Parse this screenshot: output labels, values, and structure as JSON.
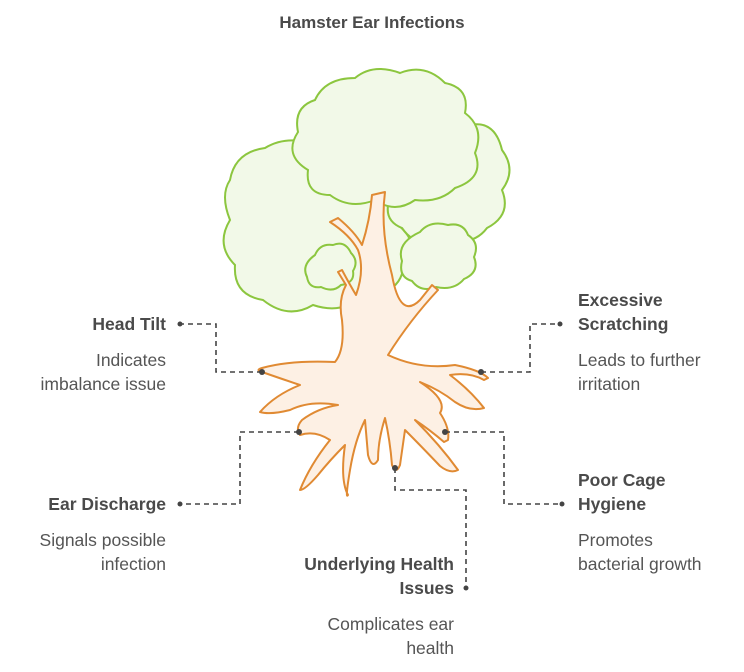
{
  "title": "Hamster Ear Infections",
  "colors": {
    "foliage_fill": "#f2f9e8",
    "foliage_stroke": "#8cc63f",
    "trunk_fill": "#fdf0e4",
    "trunk_stroke": "#e08a33",
    "connector": "#444444",
    "text": "#4a4a4a"
  },
  "items": [
    {
      "id": "head-tilt",
      "title": "Head Tilt",
      "desc": [
        "Indicates",
        "imbalance issue"
      ]
    },
    {
      "id": "excessive-scratching",
      "title": [
        "Excessive",
        "Scratching"
      ],
      "desc": [
        "Leads to further",
        "irritation"
      ]
    },
    {
      "id": "ear-discharge",
      "title": "Ear Discharge",
      "desc": [
        "Signals possible",
        "infection"
      ]
    },
    {
      "id": "poor-cage-hygiene",
      "title": [
        "Poor Cage",
        "Hygiene"
      ],
      "desc": [
        "Promotes",
        "bacterial growth"
      ]
    },
    {
      "id": "underlying-health-issues",
      "title": [
        "Underlying Health",
        "Issues"
      ],
      "desc": [
        "Complicates ear",
        "health"
      ]
    }
  ]
}
